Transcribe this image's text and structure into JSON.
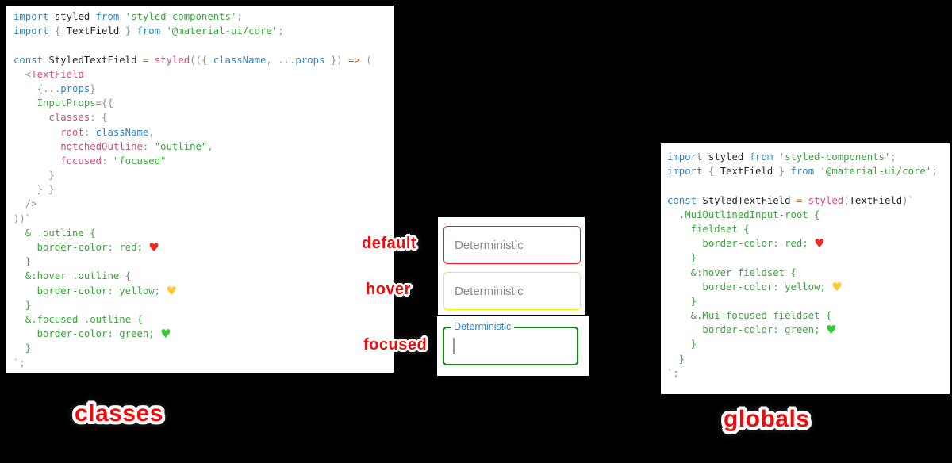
{
  "captions": {
    "left": "classes",
    "right": "globals"
  },
  "state_labels": {
    "default": "default",
    "hover": "hover",
    "focused": "focused"
  },
  "textfields": {
    "default": {
      "placeholder": "Deterministic",
      "border_color": "#ff1414"
    },
    "hover": {
      "placeholder": "Deterministic",
      "border_color": "#ffee00"
    },
    "focused": {
      "label": "Deterministic",
      "border_color": "#0b8a0b",
      "label_color": "#1e88e5",
      "cursor_color": "#9a9a9a"
    }
  },
  "syntax_colors": {
    "keyword": "#2e86c1",
    "green": "#3aa53a",
    "pink": "#e0457b",
    "property": "#c05278",
    "operator": "#a9621f",
    "punctuation": "#8b949e",
    "identifier": "#24292e",
    "heart_red": "#f0281e",
    "heart_yellow": "#fdc835",
    "heart_green": "#37c837"
  },
  "code_blocks": {
    "classes": {
      "lines": [
        [
          [
            "k",
            "import"
          ],
          [
            "i",
            " styled "
          ],
          [
            "k",
            "from"
          ],
          [
            "g",
            " 'styled-components'"
          ],
          [
            "u",
            ";"
          ]
        ],
        [
          [
            "k",
            "import"
          ],
          [
            "u",
            " { "
          ],
          [
            "i",
            "TextField"
          ],
          [
            "u",
            " } "
          ],
          [
            "k",
            "from"
          ],
          [
            "g",
            " '@material-ui/core'"
          ],
          [
            "u",
            ";"
          ]
        ],
        [],
        [
          [
            "k",
            "const"
          ],
          [
            "i",
            " StyledTextField "
          ],
          [
            "o",
            "="
          ],
          [
            "p",
            " styled"
          ],
          [
            "u",
            "(({ "
          ],
          [
            "k",
            "className"
          ],
          [
            "u",
            ", ..."
          ],
          [
            "k",
            "props"
          ],
          [
            "u",
            " }) "
          ],
          [
            "o",
            "=>"
          ],
          [
            "u",
            " ("
          ]
        ],
        [
          [
            "u",
            "  <"
          ],
          [
            "p",
            "TextField"
          ]
        ],
        [
          [
            "u",
            "    {..."
          ],
          [
            "k",
            "props"
          ],
          [
            "u",
            "}"
          ]
        ],
        [
          [
            "g",
            "    InputProps"
          ],
          [
            "u",
            "={{"
          ]
        ],
        [
          [
            "m",
            "      classes"
          ],
          [
            "u",
            ": {"
          ]
        ],
        [
          [
            "m",
            "        root"
          ],
          [
            "u",
            ": "
          ],
          [
            "k",
            "className"
          ],
          [
            "u",
            ","
          ]
        ],
        [
          [
            "m",
            "        notchedOutline"
          ],
          [
            "u",
            ": "
          ],
          [
            "g",
            "\"outline\""
          ],
          [
            "u",
            ","
          ]
        ],
        [
          [
            "m",
            "        focused"
          ],
          [
            "u",
            ": "
          ],
          [
            "g",
            "\"focused\""
          ]
        ],
        [
          [
            "u",
            "      }"
          ]
        ],
        [
          [
            "u",
            "    } }"
          ]
        ],
        [
          [
            "u",
            "  />"
          ]
        ],
        [
          [
            "u",
            "))`"
          ]
        ],
        [
          [
            "g",
            "  & .outline {"
          ]
        ],
        [
          [
            "g",
            "    border-color: red; "
          ],
          [
            "hr",
            "♥"
          ]
        ],
        [
          [
            "g",
            "  }"
          ]
        ],
        [
          [
            "g",
            "  &:hover .outline {"
          ]
        ],
        [
          [
            "g",
            "    border-color: yellow; "
          ],
          [
            "hy",
            "♥"
          ]
        ],
        [
          [
            "g",
            "  }"
          ]
        ],
        [
          [
            "g",
            "  &.focused .outline {"
          ]
        ],
        [
          [
            "g",
            "    border-color: green; "
          ],
          [
            "hg",
            "♥"
          ]
        ],
        [
          [
            "g",
            "  }"
          ]
        ],
        [
          [
            "u",
            "`;"
          ]
        ]
      ]
    },
    "globals": {
      "lines": [
        [
          [
            "k",
            "import"
          ],
          [
            "i",
            " styled "
          ],
          [
            "k",
            "from"
          ],
          [
            "g",
            " 'styled-components'"
          ],
          [
            "u",
            ";"
          ]
        ],
        [
          [
            "k",
            "import"
          ],
          [
            "u",
            " { "
          ],
          [
            "i",
            "TextField"
          ],
          [
            "u",
            " } "
          ],
          [
            "k",
            "from"
          ],
          [
            "g",
            " '@material-ui/core'"
          ],
          [
            "u",
            ";"
          ]
        ],
        [],
        [
          [
            "k",
            "const"
          ],
          [
            "i",
            " StyledTextField "
          ],
          [
            "o",
            "="
          ],
          [
            "p",
            " styled"
          ],
          [
            "u",
            "("
          ],
          [
            "i",
            "TextField"
          ],
          [
            "u",
            ")`"
          ]
        ],
        [
          [
            "g",
            "  .MuiOutlinedInput-root {"
          ]
        ],
        [
          [
            "g",
            "    fieldset {"
          ]
        ],
        [
          [
            "g",
            "      border-color: red; "
          ],
          [
            "hr",
            "♥"
          ]
        ],
        [
          [
            "g",
            "    }"
          ]
        ],
        [
          [
            "g",
            "    &:hover fieldset {"
          ]
        ],
        [
          [
            "g",
            "      border-color: yellow; "
          ],
          [
            "hy",
            "♥"
          ]
        ],
        [
          [
            "g",
            "    }"
          ]
        ],
        [
          [
            "g",
            "    &.Mui-focused fieldset {"
          ]
        ],
        [
          [
            "g",
            "      border-color: green; "
          ],
          [
            "hg",
            "♥"
          ]
        ],
        [
          [
            "g",
            "    }"
          ]
        ],
        [
          [
            "g",
            "  }"
          ]
        ],
        [
          [
            "u",
            "`;"
          ]
        ]
      ]
    }
  }
}
